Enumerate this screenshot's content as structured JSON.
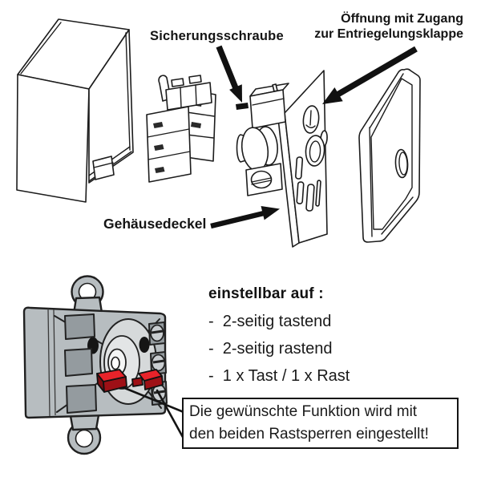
{
  "figure": {
    "top_labels": {
      "sicherungsschraube": "Sicherungsschraube",
      "oeffnung_line1": "Öffnung mit Zugang",
      "oeffnung_line2": "zur Entriegelungsklappe",
      "gehaeusedeckel": "Gehäusedeckel"
    },
    "settings": {
      "title": "einstellbar auf :",
      "items": [
        "-  2-seitig tastend",
        "-  2-seitig rastend",
        "-  1 x Tast / 1 x Rast"
      ]
    },
    "note_box": {
      "line1": "Die gewünschte Funktion wird mit",
      "line2": "den beiden Rastsperren eingestellt!"
    }
  },
  "colors": {
    "line": "#1c1c1c",
    "red": "#e8232a",
    "red_dark": "#9e1016",
    "red_deep": "#7e0c10",
    "body_gray": "#b7bdc0",
    "socket_gray": "#949b9f",
    "screw_gray": "#c9cdd0",
    "disc_gray": "#d6d9da",
    "disc_light": "#e3e5e6",
    "hub_white": "#f4f5f5"
  }
}
